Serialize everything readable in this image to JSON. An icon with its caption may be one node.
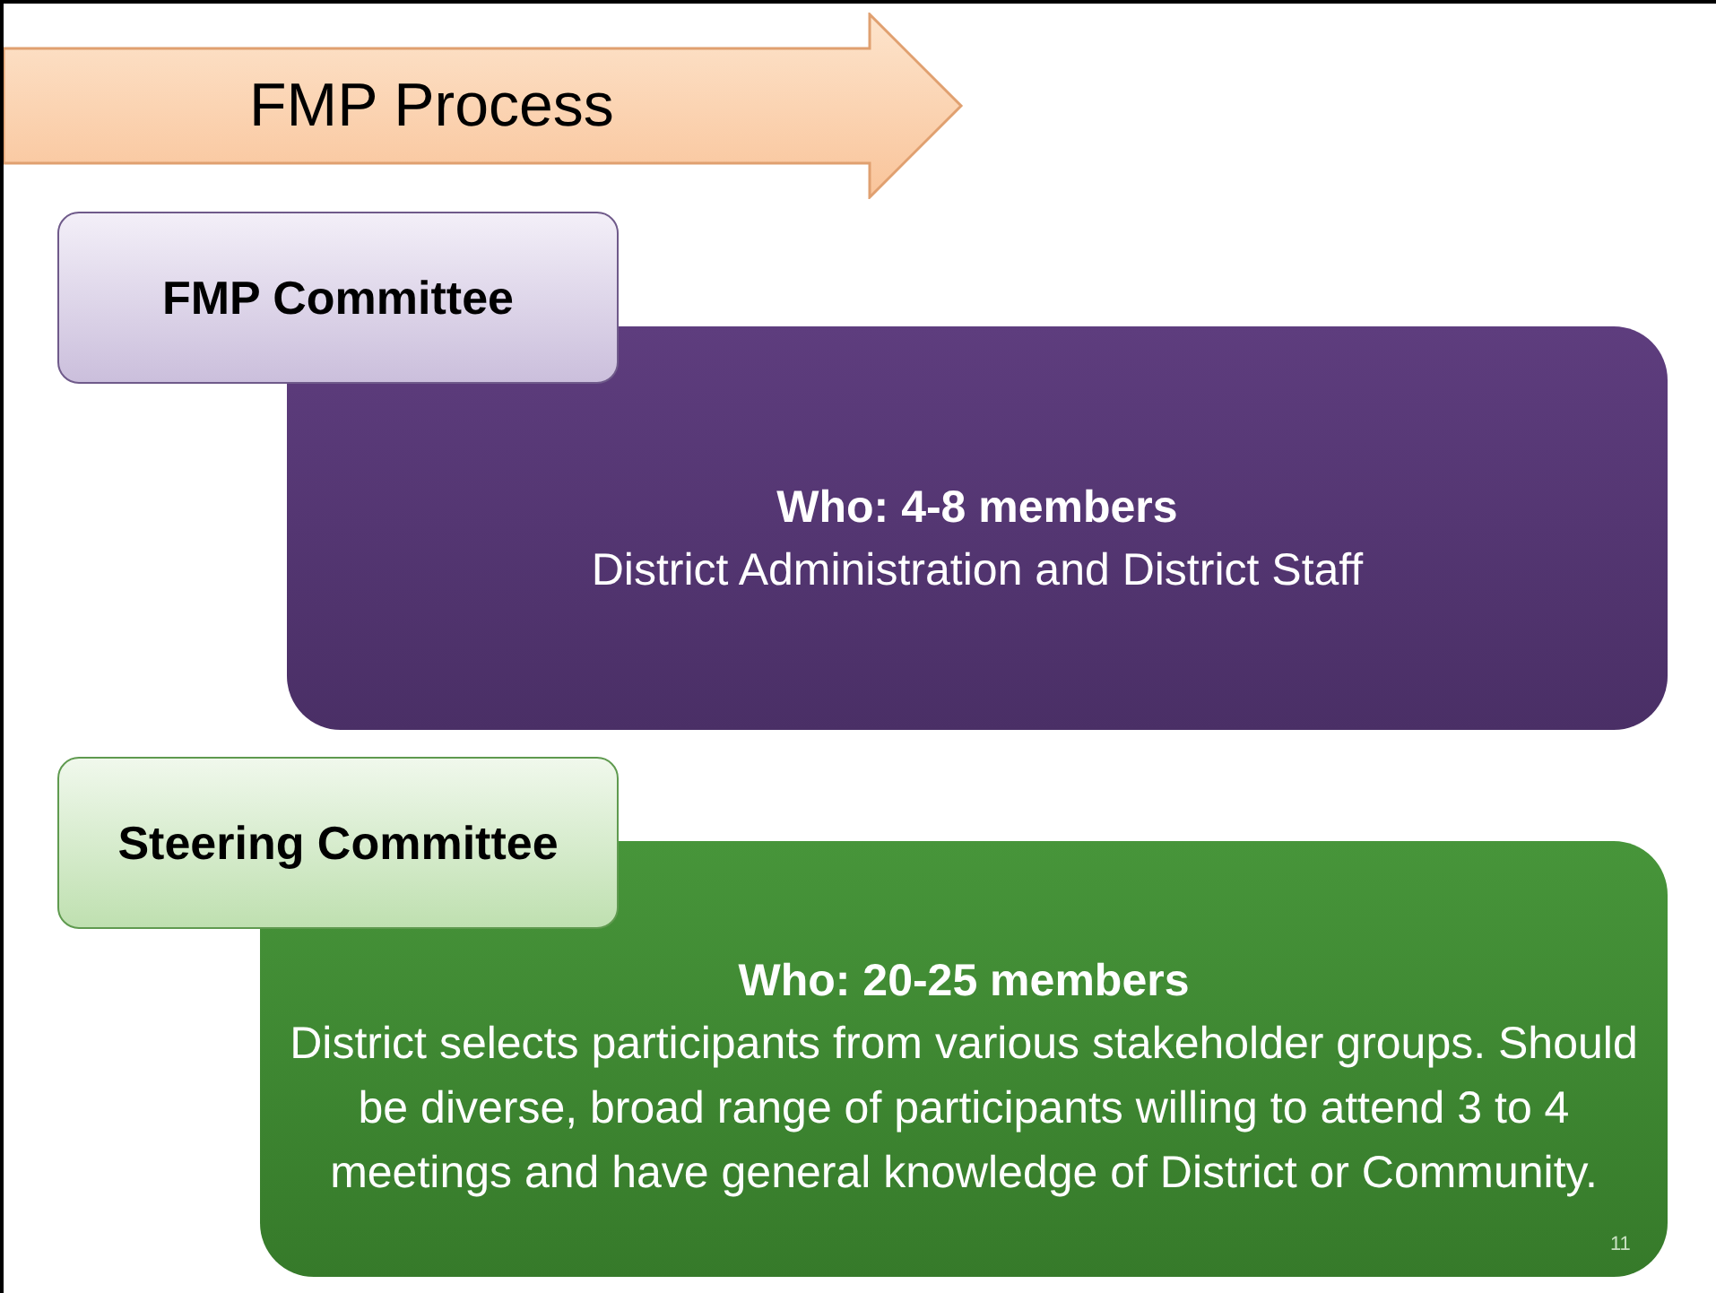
{
  "diagram": {
    "title": "FMP Process",
    "nodes": [
      {
        "text": [
          "FMP Committee"
        ]
      },
      {
        "text": [
          "Who: 4-8 members",
          "District Administration and District Staff"
        ]
      },
      {
        "text": [
          "Steering Committee"
        ]
      },
      {
        "text": [
          "Who: 20-25 members",
          "District selects participants from various stakeholder groups. Should be diverse, broad range of participants willing to attend 3 to 4 meetings and have general knowledge of District or Community."
        ]
      }
    ],
    "labels": [
      "11"
    ]
  }
}
